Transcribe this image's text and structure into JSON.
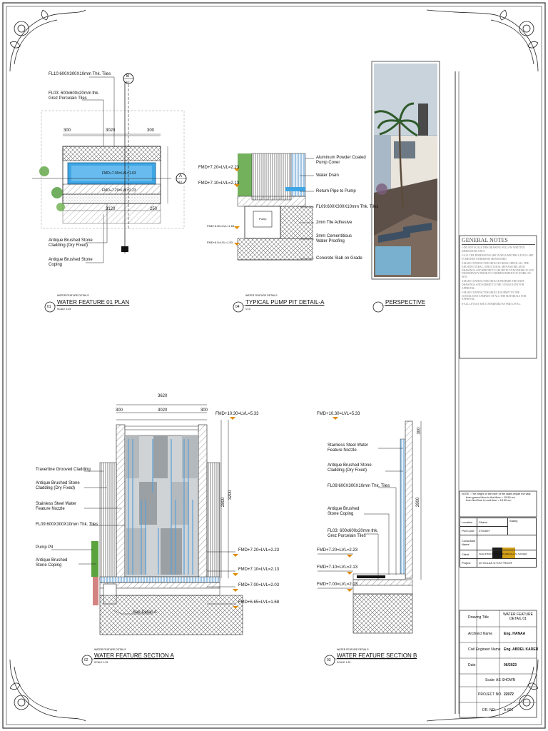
{
  "sheet": {
    "general_notes": {
      "title": "GENERAL NOTES",
      "items": [
        "1-DO NOT SCALE THIS DRAWING FOLLOW WRITTEN DIMENSIONS ONLY.",
        "2-ALL THE DIMENSIONS ARE IN MILLIMETERS LEVELS ARE IN METERS OTHERWISE MENTIONED",
        "3-MAIN CONTRACTOR SHOULD CROSS CHECK ALL THE ARCHITECTURAL, STRUCTURAL MEP AND RELATED DRAWINGS AND REPORT TO ARCHITECT/ENGINEER OF ANY DISCREPANCY PRIOR TO COMMENCEMENT OF WORK ON SITE.",
        "4-MAIN CONTRACTOR SHOULD PREPARE THE SHOP DRAWINGS AND SUBMIT TO THE CONSULTANT FOR APPROVAL.",
        "5-MAIN CONTRACTOR SHOULD SUBMIT TO THE CONSULTANT SAMPLES OF ALL THE MATERIALS FOR APPROVAL.",
        "6-ALL LEVELS ARE CONSIDERED AS FMD LEVEL."
      ]
    },
    "note_box": {
      "title": "NOTE : The height of the riser of the stairs inside the villa:",
      "lines": [
        "from ground floor to first floor = 15.50 cm",
        "from first floor to roof floor = 15.50 cm"
      ]
    },
    "title_block": {
      "location_label": "Location",
      "location_value": "Sharm",
      "stamp_label": "Stamp",
      "plot_code_label": "Plot Code",
      "plot_code_value": "0701697",
      "consultant_label": "Consultant Name",
      "client_label": "Client",
      "client_value": "KHALID BIN NASSER BIN ABDULLA AL NASSER",
      "project_label": "Project",
      "project_value": "20 VILLAS G+1ST+ROOF",
      "drawing_title_label": "Drawing Title",
      "drawing_title_value": "WATER FEATURE DETAIL 01",
      "architect_label": "Architect Name",
      "architect_value": "Eng. HANAA",
      "civil_label": "Civil Engineer Name",
      "civil_value": "Eng. ABDEL KADER",
      "date_label": "Date",
      "date_value": "06/2023",
      "scale": "Scale: AS SHOWN",
      "project_no_label": "PROJECT NO.",
      "project_no_value": "22072",
      "dr_no_label": "DR. NO.",
      "dr_no_value": "A-601"
    },
    "views": [
      {
        "num": "01",
        "title": "WATER FEATURE 01 PLAN",
        "sub": "WATER FEATURE DETAILS",
        "scale": "SCALE 1:25"
      },
      {
        "num": "04",
        "title": "TYPICAL PUMP PIT DETAIL-A",
        "sub": "WATER FEATURE DETAILS",
        "scale": "1:10"
      },
      {
        "num": "",
        "title": "PERSPECTIVE",
        "sub": "",
        "scale": ""
      },
      {
        "num": "02",
        "title": "WATER FEATURE SECTION A",
        "sub": "WATER FEATURE DETAILS",
        "scale": "SCALE 1:25"
      },
      {
        "num": "03",
        "title": "WATER FEATURE SECTION B",
        "sub": "WATER FEATURE DETAILS",
        "scale": "SCALE 1:25"
      }
    ],
    "plan": {
      "labels": [
        "FL10:600X300X10mm Thk. Tiles",
        "FL03: 600x600x20mm thk. Grez Porcelain Tiles",
        "Antique Brushed Stone Cladding (Dry Fixed)",
        "Antique Brushed Stone Coping"
      ],
      "dims": [
        "300",
        "3020",
        "300",
        "3120",
        "250"
      ],
      "levels": [
        "FMD+7.00=LVL=1.63",
        "FMD+7.20=LVL=2.23"
      ],
      "markers": [
        "B",
        "A",
        "4/7"
      ]
    },
    "pump": {
      "labels": [
        "Aluminum Powder Coated Pump Cover",
        "Water Drain",
        "Return Pipe to Pump",
        "FL09:600X300X10mm Thk. Tiles",
        "2mm Tile Adhesive",
        "3mm Cementitious Water Proofing",
        "Concrete Slab on Grade"
      ],
      "levels": [
        "FMD+7.20=LVL=2.23",
        "FMD+7.10=LVL=2.13",
        "FMD+6.60=LVL=1.63",
        "FMD+6.5=LVL=1.53"
      ],
      "pump": "Pump"
    },
    "section_a": {
      "labels": [
        "Travertine Grooved Cladding",
        "Antique Brushed Stone Cladding (Dry Fixed)",
        "Stainless Steel Water Feature Nozzle",
        "FL09:600X300X10mm Thk. Tiles",
        "Pump Pit",
        "Antique Brushed Stone Coping",
        "See Detail-A"
      ],
      "dims": [
        "3620",
        "300",
        "3020",
        "300",
        "2800",
        "3200"
      ],
      "levels": [
        "FMD+10.30=LVL=5.33",
        "FMD+7.20=LVL=2.23",
        "FMD+7.10=LVL=2.13",
        "FMD+7.00=LVL=2.03",
        "FMD+6.65=LVL=1.68"
      ]
    },
    "section_b": {
      "labels": [
        "Stainless Steel Water Feature Nozzle",
        "Antique Brushed Stone Cladding (Dry Fixed)",
        "FL09:600X300X10mm Thk. Tiles",
        "Antique Brushed Stone Coping",
        "FL03: 600x600x20mm thk. Grez Porcelain Tiles"
      ],
      "dims": [
        "300",
        "2800"
      ],
      "levels": [
        "FMD+10.30=LVL=5.33",
        "FMD+7.20=LVL=2.23",
        "FMD+7.10=LVL=2.13",
        "FMD+7.00=LVL=2.03"
      ]
    }
  }
}
